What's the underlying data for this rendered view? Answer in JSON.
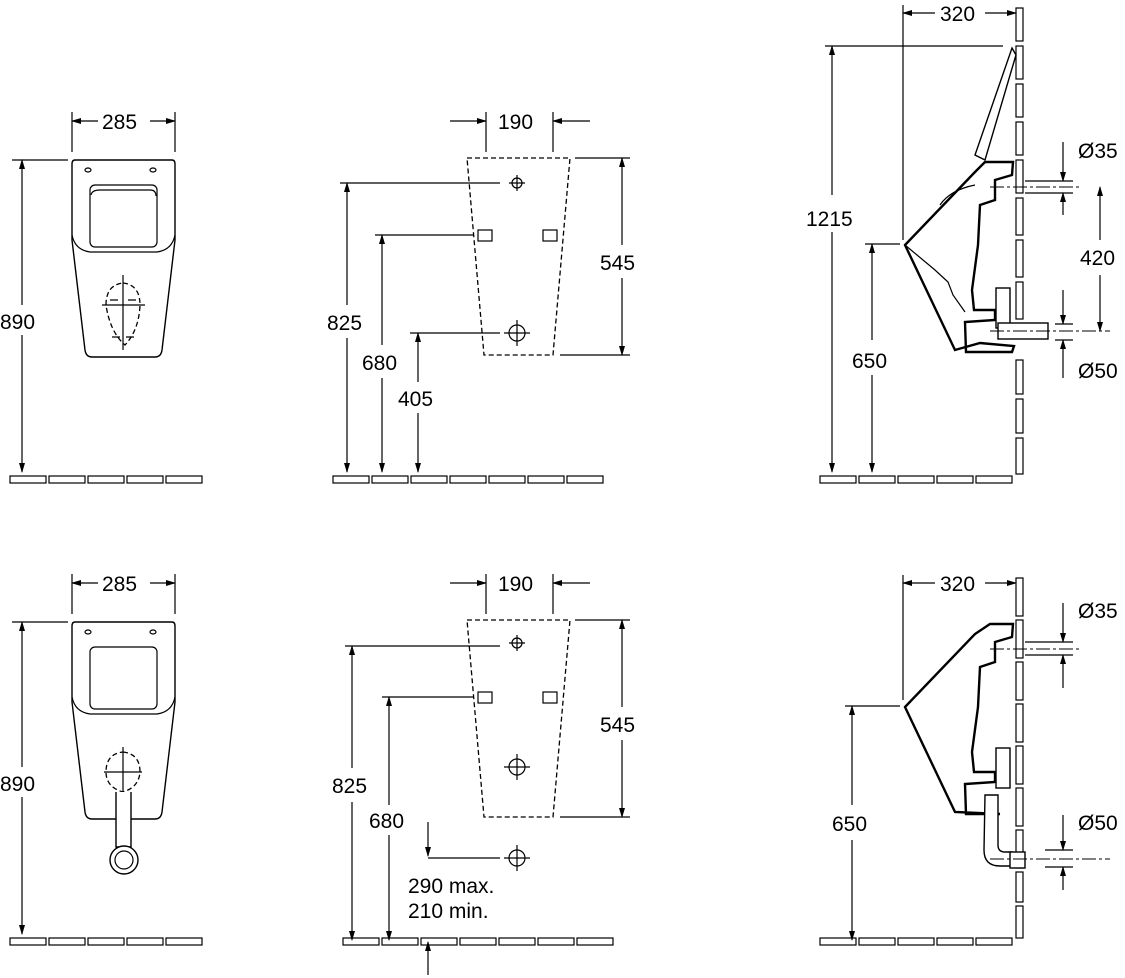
{
  "top_row": {
    "front_view": {
      "width": "285",
      "height": "890"
    },
    "installation_view": {
      "hole_spacing": "190",
      "height_span": "545",
      "top_fixing": "825",
      "bracket_height": "680",
      "outlet_height": "405"
    },
    "side_view": {
      "depth": "320",
      "total_height": "1215",
      "rim_height": "650",
      "inlet_diameter": "Ø35",
      "inlet_outlet_distance": "420",
      "outlet_diameter": "Ø50"
    }
  },
  "bottom_row": {
    "front_view": {
      "width": "285",
      "height": "890"
    },
    "installation_view": {
      "hole_spacing": "190",
      "height_span": "545",
      "top_fixing": "825",
      "bracket_height": "680",
      "outlet_max": "290 max.",
      "outlet_min": "210 min."
    },
    "side_view": {
      "depth": "320",
      "rim_height": "650",
      "inlet_diameter": "Ø35",
      "outlet_diameter": "Ø50"
    }
  }
}
